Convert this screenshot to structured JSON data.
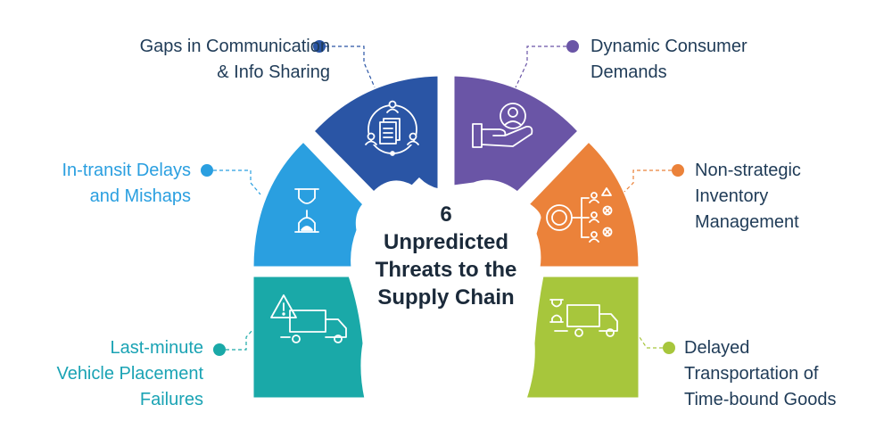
{
  "center": {
    "number": "6",
    "line1": "Unpredicted",
    "line2": "Threats to the",
    "line3": "Supply Chain"
  },
  "threats": [
    {
      "id": "communication",
      "color": "#2a55a5",
      "label_color": "#1f3b57",
      "icon": "documents-people-icon",
      "lines": [
        "Gaps in Communication",
        "& Info Sharing"
      ]
    },
    {
      "id": "consumer-demands",
      "color": "#6a55a6",
      "label_color": "#1f3b57",
      "icon": "hand-person-icon",
      "lines": [
        "Dynamic Consumer",
        "Demands"
      ]
    },
    {
      "id": "inventory",
      "color": "#eb823a",
      "label_color": "#1f3b57",
      "icon": "inventory-network-icon",
      "lines": [
        "Non-strategic",
        "Inventory",
        "Management"
      ]
    },
    {
      "id": "transportation",
      "color": "#a7c63c",
      "label_color": "#1f3b57",
      "icon": "hourglass-truck-icon",
      "lines": [
        "Delayed",
        "Transportation of",
        "Time-bound Goods"
      ]
    },
    {
      "id": "vehicle-placement",
      "color": "#1aa9a8",
      "label_color": "#1aa3b4",
      "icon": "warning-truck-icon",
      "lines": [
        "Last-minute",
        "Vehicle Placement",
        "Failures"
      ]
    },
    {
      "id": "in-transit",
      "color": "#2a9fe0",
      "label_color": "#2a9fe0",
      "icon": "hourglass-icon",
      "lines": [
        "In-transit Delays",
        "and Mishaps"
      ]
    }
  ]
}
